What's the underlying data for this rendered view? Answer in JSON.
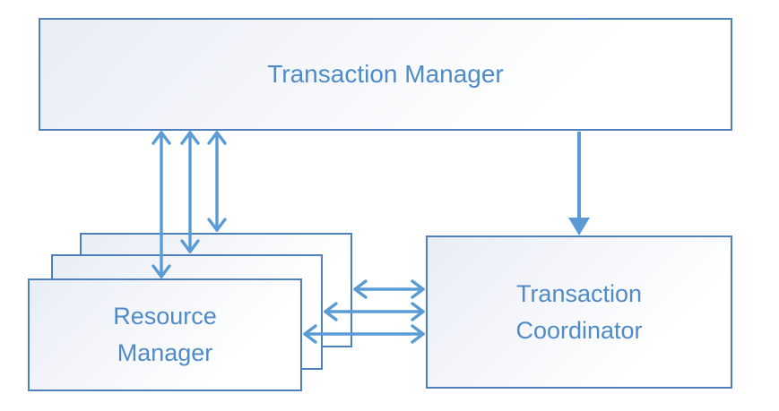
{
  "colors": {
    "accent": "#5b9bd5",
    "box_border": "#4d80bc",
    "box_text": "#4e8bc8",
    "fill_start": "#e8edf6",
    "fill_end": "#ffffff",
    "background": "#ffffff"
  },
  "boxes": {
    "transaction_manager": {
      "label": "Transaction Manager"
    },
    "resource_manager": {
      "lines": [
        "Resource",
        "Manager"
      ],
      "stack_count": 3
    },
    "transaction_coordinator": {
      "lines": [
        "Transaction",
        "Coordinator"
      ]
    }
  },
  "connections": [
    {
      "from": "Transaction Manager",
      "to": "Resource Manager",
      "style": "double-headed-open-arrow",
      "count": 3,
      "orientation": "vertical"
    },
    {
      "from": "Transaction Manager",
      "to": "Transaction Coordinator",
      "style": "single-filled-arrow",
      "count": 1,
      "orientation": "vertical"
    },
    {
      "from": "Resource Manager",
      "to": "Transaction Coordinator",
      "style": "double-headed-open-arrow",
      "count": 3,
      "orientation": "horizontal"
    }
  ]
}
